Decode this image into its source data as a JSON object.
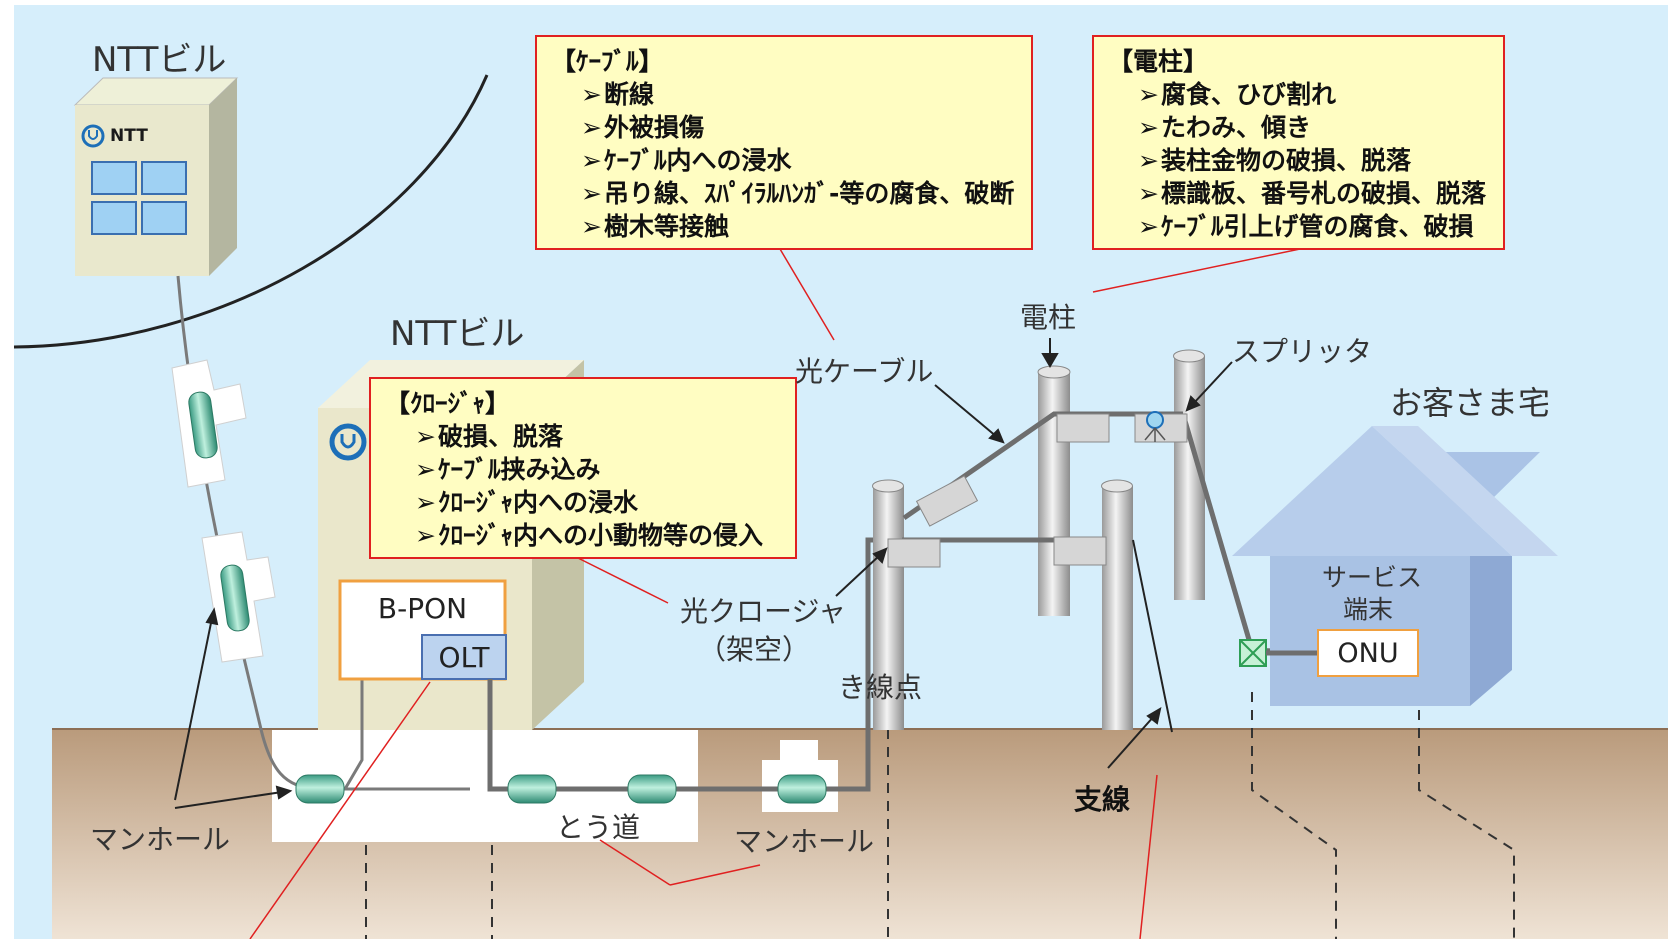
{
  "labels": {
    "ntt_building_top": "NTTビル",
    "ntt_building_mid": "NTTビル",
    "ntt_logo": "NTT",
    "b_pon": "B-PON",
    "olt": "OLT",
    "denchu": "電柱",
    "hikari_cable": "光ケーブル",
    "splitter": "スプリッタ",
    "okyakusama": "お客さま宅",
    "service_terminal_line1": "サービス",
    "service_terminal_line2": "端末",
    "onu": "ONU",
    "hikari_closure": "光クロージャ",
    "kakuu": "（架空）",
    "kisenten": "き線点",
    "shisen": "支線",
    "manhole_left": "マンホール",
    "manhole_mid": "マンホール",
    "toudou": "とう道"
  },
  "notes": {
    "cable": {
      "title": "【ｹｰﾌﾞﾙ】",
      "items": [
        "断線",
        "外被損傷",
        "ｹｰﾌﾞﾙ内への浸水",
        "吊り線、ｽﾊﾟｲﾗﾙﾊﾝｶﾞ-等の腐食、破断",
        "樹木等接触"
      ]
    },
    "pole": {
      "title": "【電柱】",
      "items": [
        "腐食、ひび割れ",
        "たわみ、傾き",
        "装柱金物の破損、脱落",
        "標識板、番号札の破損、脱落",
        "ｹｰﾌﾞﾙ引上げ管の腐食、破損"
      ]
    },
    "closure": {
      "title": "【ｸﾛｰｼﾞｬ】",
      "items": [
        "破損、脱落",
        "ｹｰﾌﾞﾙ挟み込み",
        "ｸﾛｰｼﾞｬ内への浸水",
        "ｸﾛｰｼﾞｬ内への小動物等の侵入"
      ]
    }
  },
  "colors": {
    "sky": "#d6eefb",
    "ground": "#c7ab8e",
    "note_bg": "#fffdc2",
    "callout_line": "#e02020",
    "pon_border": "#f0a040",
    "olt_bg": "#bcd3ef",
    "house": "#a9c2e4"
  }
}
